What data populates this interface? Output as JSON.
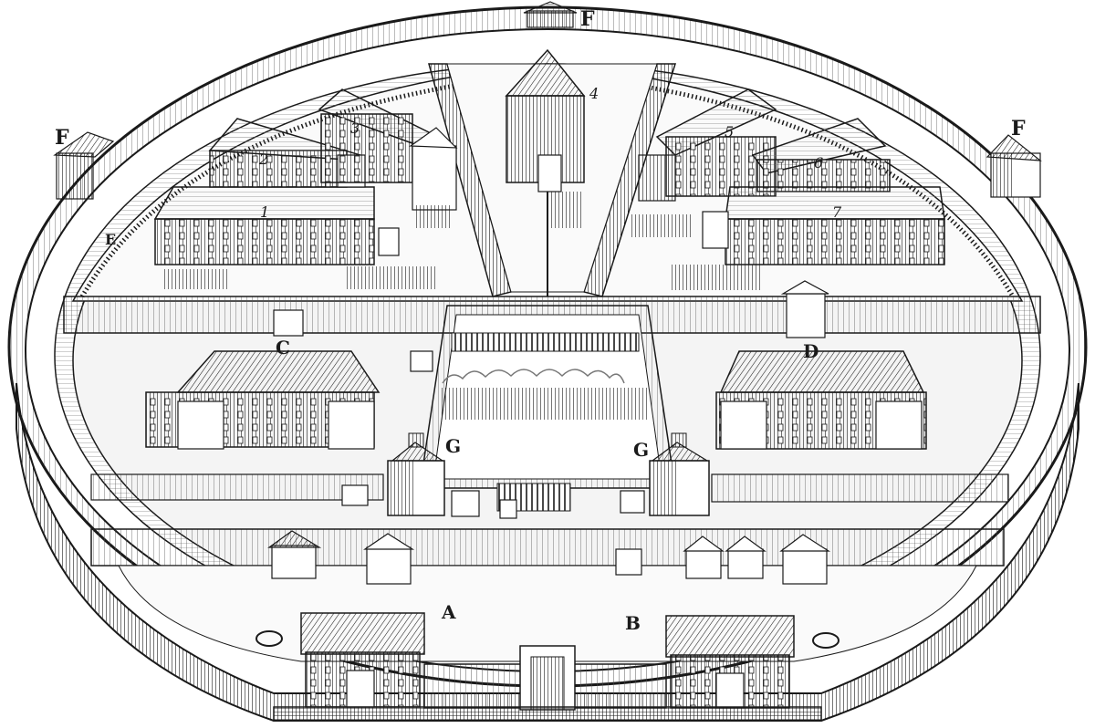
{
  "illustration": {
    "style": "black-and-white wood engraving",
    "ink_color": "#1a1a1a",
    "paper_color": "#ffffff",
    "letter_labels": {
      "a": "A",
      "b": "B",
      "c": "C",
      "d": "D",
      "e": "E",
      "f": "F",
      "g": "G"
    },
    "barrack_numbers": [
      "1",
      "2",
      "3",
      "4",
      "5",
      "6",
      "7"
    ]
  }
}
